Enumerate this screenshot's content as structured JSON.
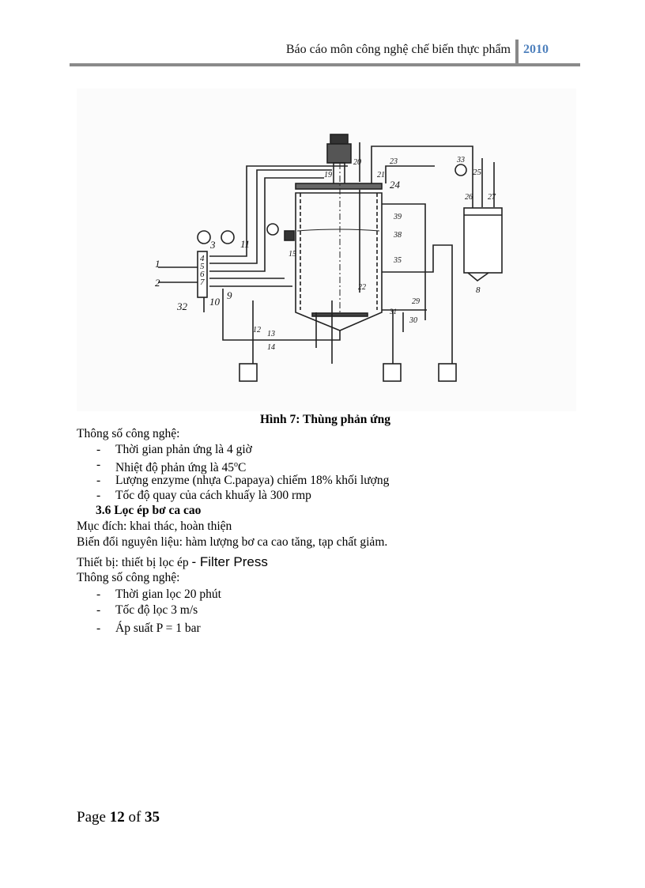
{
  "header": {
    "title": "Báo cáo môn công nghệ chế biến thực phẩm",
    "year": "2010",
    "accent": "#4f81bd"
  },
  "figure": {
    "caption": "Hình 7: Thùng phản ứng",
    "labels": [
      "1",
      "2",
      "3",
      "4",
      "5",
      "6",
      "7",
      "8",
      "9",
      "10",
      "11",
      "12",
      "13",
      "14",
      "15",
      "19",
      "20",
      "21",
      "22",
      "23",
      "24",
      "25",
      "26",
      "27",
      "29",
      "30",
      "31",
      "32",
      "33",
      "35",
      "38",
      "39"
    ]
  },
  "section1": {
    "heading": "Thông số công nghệ:",
    "items": [
      "Thời gian phản ứng là 4 giờ",
      "Nhiệt độ phản ứng là 45",
      "o",
      "C",
      "Lượng enzyme (nhựa C.papaya) chiếm 18% khối lượng",
      "Tốc độ quay của cách khuấy là 300 rmp"
    ]
  },
  "section2": {
    "heading": "3.6 Lọc ép bơ ca cao",
    "purpose": "Mục đích: khai thác, hoàn thiện",
    "change": "Biến đổi nguyên liệu: hàm lượng bơ ca cao tăng, tạp chất giảm.",
    "equipment": "Thiết bị: thiết bị lọc ép ",
    "equipment_name": "- Filter Press",
    "params_heading": "Thông số công nghệ:",
    "items": [
      "Thời gian lọc 20 phút",
      "Tốc độ lọc 3 m/s",
      "Áp suất P = 1 bar"
    ]
  },
  "footer": {
    "page_word": "Page",
    "page": "12",
    "of_word": "of",
    "total": "35"
  }
}
